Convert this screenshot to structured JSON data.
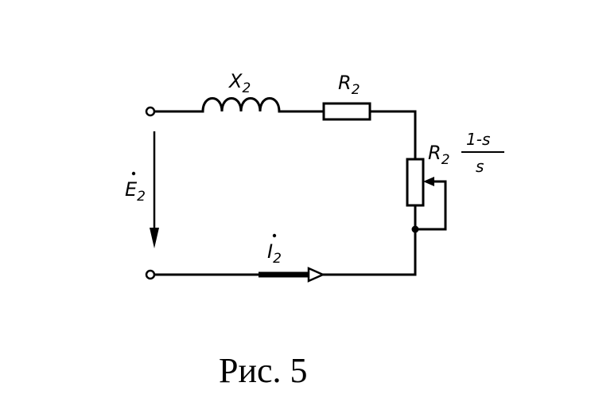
{
  "labels": {
    "inductor_reactance": {
      "main": "X",
      "sub": "2"
    },
    "series_resistor": {
      "main": "R",
      "sub": "2"
    },
    "load_resistor": {
      "main": "R",
      "sub": "2",
      "fraction_numerator": "1-s",
      "fraction_denominator": "s"
    },
    "emf": {
      "main": "E",
      "sub": "2"
    },
    "current": {
      "main": "I",
      "sub": "2"
    }
  },
  "caption": "Рис. 5",
  "colors": {
    "line": "#000000",
    "background": "#ffffff"
  }
}
